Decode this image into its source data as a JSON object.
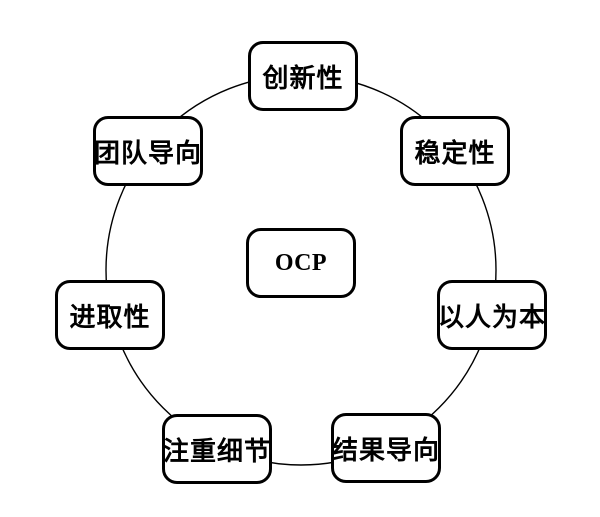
{
  "diagram": {
    "title": "OCP organizational culture profile cycle diagram",
    "center_node": {
      "label": "OCP"
    },
    "outer_nodes": [
      {
        "id": "innovation",
        "label": "创新性"
      },
      {
        "id": "stability",
        "label": "稳定性"
      },
      {
        "id": "people-first",
        "label": "以人为本"
      },
      {
        "id": "results-oriented",
        "label": "结果导向"
      },
      {
        "id": "attention-to-detail",
        "label": "注重细节"
      },
      {
        "id": "enterprising",
        "label": "进取性"
      },
      {
        "id": "team-oriented",
        "label": "团队导向"
      }
    ],
    "colors": {
      "background": "#ffffff",
      "box_fill": "#ffffff",
      "box_border": "#000000",
      "ring_stroke": "#000000",
      "text": "#000000"
    }
  }
}
